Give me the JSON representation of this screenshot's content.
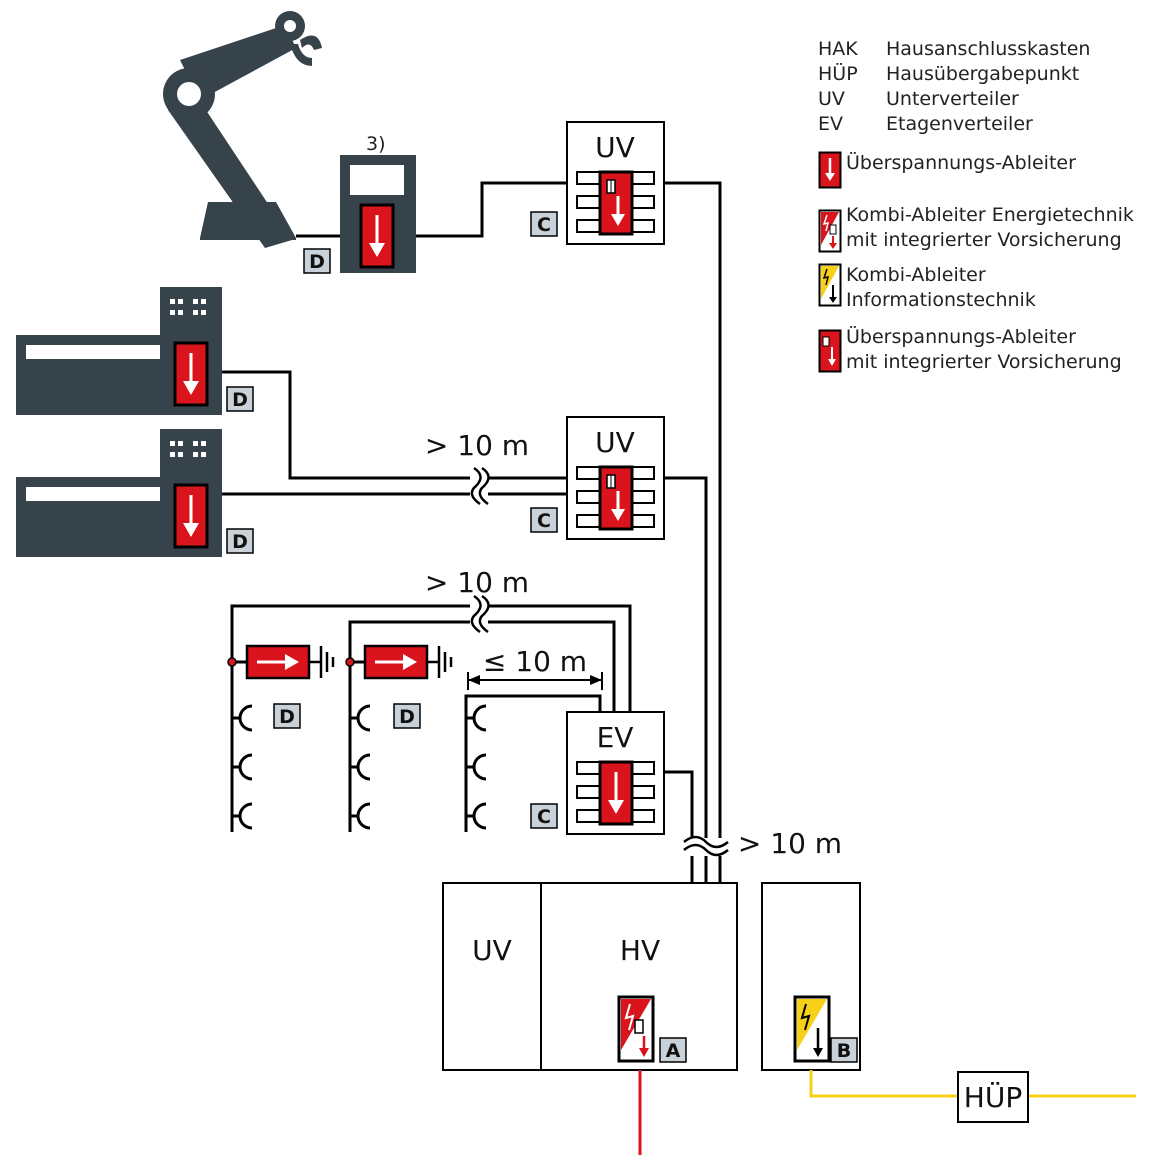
{
  "colors": {
    "dark": "#37434a",
    "red": "#d9141c",
    "yellow": "#f7d117",
    "badge_bg": "#c9d2d8",
    "line": "#000000"
  },
  "legend": {
    "abbreviations": [
      {
        "abbr": "HAK",
        "text": "Hausanschlusskasten"
      },
      {
        "abbr": "HÜP",
        "text": "Hausübergabepunkt"
      },
      {
        "abbr": "UV",
        "text": "Unterverteiler"
      },
      {
        "abbr": "EV",
        "text": "Etagenverteiler"
      }
    ],
    "symbols": [
      {
        "icon": "surge-arrester-icon",
        "lines": [
          "Überspannungs-Ableiter"
        ]
      },
      {
        "icon": "combi-arrester-energy-icon",
        "lines": [
          "Kombi-Ableiter Energietechnik",
          "mit integrierter Vorsicherung"
        ]
      },
      {
        "icon": "combi-arrester-info-icon",
        "lines": [
          "Kombi-Ableiter Informationstechnik"
        ]
      },
      {
        "icon": "surge-arrester-fused-icon",
        "lines": [
          "Überspannungs-Ableiter",
          "mit integrierter Vorsicherung"
        ]
      }
    ]
  },
  "diagram": {
    "robot_note": "3)",
    "uv_top_label": "UV",
    "uv_mid_label": "UV",
    "ev_label": "EV",
    "main_uv_label": "UV",
    "main_hv_label": "HV",
    "hup_label": "HÜP",
    "distance_mid": "> 10 m",
    "distance_upper_sockets": "> 10 m",
    "distance_sockets": "≤ 10 m",
    "distance_main": "> 10 m",
    "badges": {
      "a": "A",
      "b": "B",
      "c_top": "C",
      "c_mid": "C",
      "c_ev": "C",
      "d_robot": "D",
      "d_machine1": "D",
      "d_machine2": "D",
      "d_socket1": "D",
      "d_socket2": "D"
    }
  }
}
